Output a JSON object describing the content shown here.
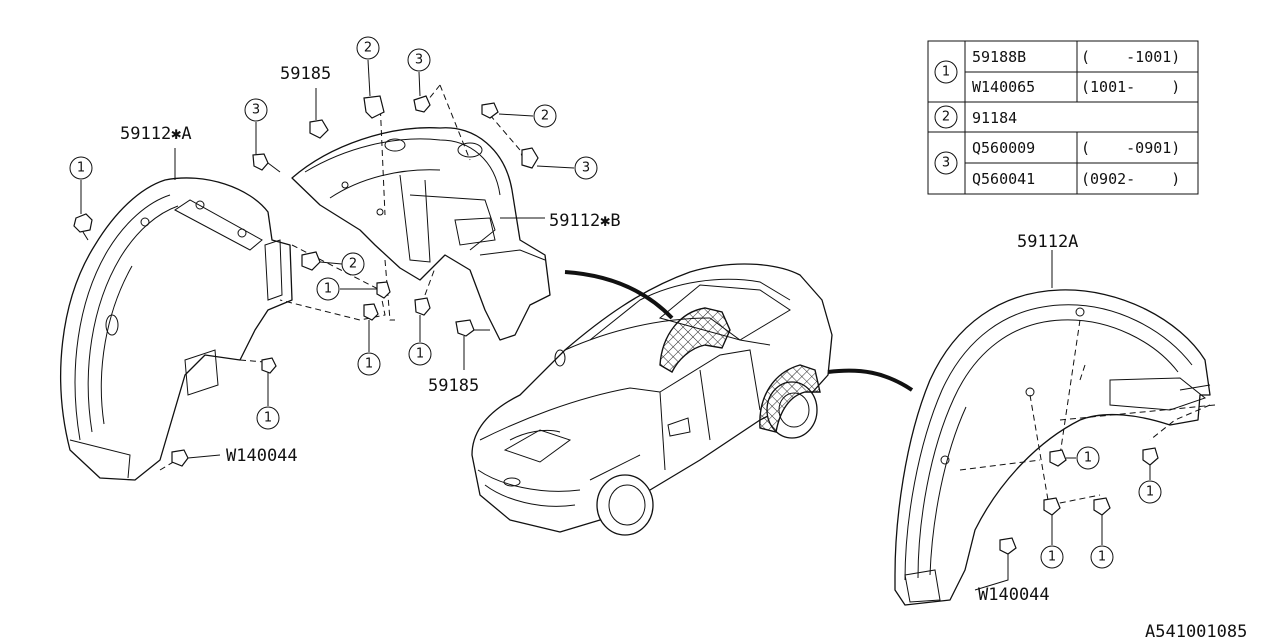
{
  "diagram_id": "A541001085",
  "labels": {
    "front_fender_liner_a": "59112✱A",
    "front_fender_liner_b": "59112✱B",
    "rear_fender_liner": "59112A",
    "clip_top": "59185",
    "clip_bottom": "59185",
    "screw_front": "W140044",
    "screw_rear": "W140044"
  },
  "callouts": [
    "1",
    "2",
    "3"
  ],
  "legend": {
    "rows": [
      {
        "key": "1",
        "part": "59188B",
        "range": "(    -1001)"
      },
      {
        "key": "1",
        "part": "W140065",
        "range": "(1001-    )"
      },
      {
        "key": "2",
        "part": "91184",
        "range": ""
      },
      {
        "key": "3",
        "part": "Q560009",
        "range": "(    -0901)"
      },
      {
        "key": "3",
        "part": "Q560041",
        "range": "(0902-    )"
      }
    ]
  }
}
